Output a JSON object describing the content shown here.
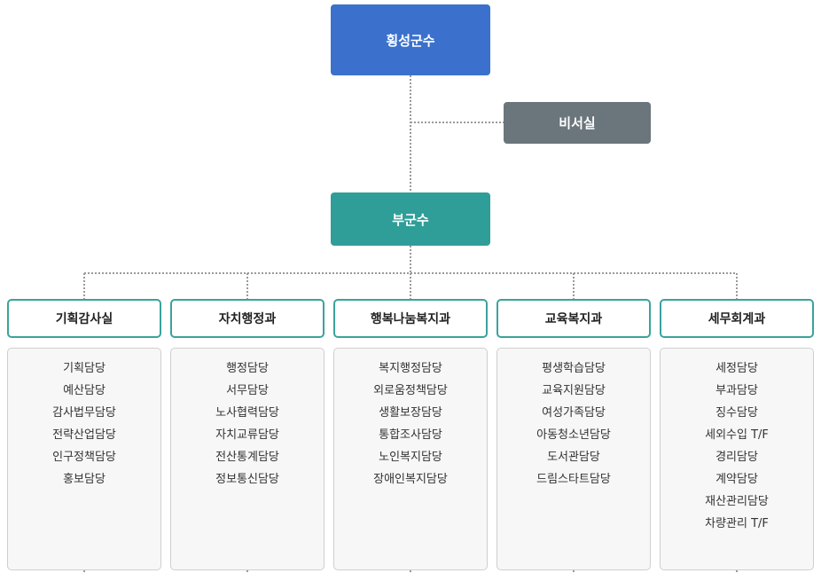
{
  "org": {
    "head": "횡성군수",
    "secretary": "비서실",
    "deputy": "부군수",
    "departments": [
      {
        "name": "기획감사실",
        "teams": [
          "기획담당",
          "예산담당",
          "감사법무담당",
          "전략산업담당",
          "인구정책담당",
          "홍보담당"
        ]
      },
      {
        "name": "자치행정과",
        "teams": [
          "행정담당",
          "서무담당",
          "노사협력담당",
          "자치교류담당",
          "전산통계담당",
          "정보통신담당"
        ]
      },
      {
        "name": "행복나눔복지과",
        "teams": [
          "복지행정담당",
          "외로움정책담당",
          "생활보장담당",
          "통합조사담당",
          "노인복지담당",
          "장애인복지담당"
        ]
      },
      {
        "name": "교육복지과",
        "teams": [
          "평생학습담당",
          "교육지원담당",
          "여성가족담당",
          "아동청소년담당",
          "도서관담당",
          "드림스타트담당"
        ]
      },
      {
        "name": "세무회계과",
        "teams": [
          "세정담당",
          "부과담당",
          "징수담당",
          "세외수입 T/F",
          "경리담당",
          "계약담당",
          "재산관리담당",
          "차량관리 T/F"
        ]
      }
    ]
  }
}
